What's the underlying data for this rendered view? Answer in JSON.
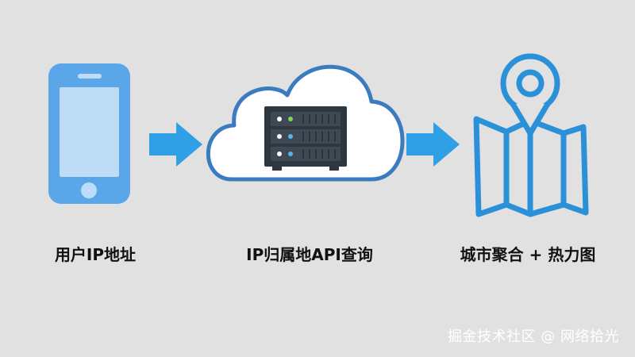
{
  "steps": [
    {
      "icon": "phone-icon",
      "label": "用户IP地址"
    },
    {
      "icon": "cloud-server-icon",
      "label": "IP归属地API查询"
    },
    {
      "icon": "map-pin-icon",
      "label": "城市聚合 + 热力图"
    }
  ],
  "watermark": "掘金技术社区 @ 网络拾光",
  "colors": {
    "background": "#e1e1e1",
    "phone": "#5aa6e8",
    "arrow": "#2f9fe6",
    "cloud_stroke": "#3b7bc0",
    "server": "#2e3640",
    "map": "#2a90d8"
  }
}
